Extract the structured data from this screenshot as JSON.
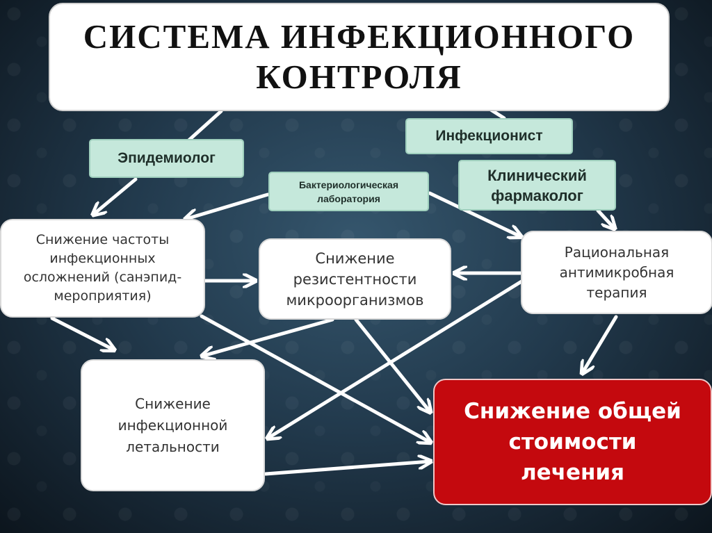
{
  "title": "СИСТЕМА ИНФЕКЦИОННОГО КОНТРОЛЯ",
  "roles": {
    "epidemiologist": "Эпидемиолог",
    "infectionist": "Инфекционист",
    "clinical_pharmacologist": "Клинический фармаколог",
    "bacteriology_lab": "Бактериологическая лаборатория"
  },
  "outcomes": {
    "complications": "Снижение частоты инфекционных осложнений (санэпид-мероприятия)",
    "resistance": "Снижение резистентности микроорганизмов",
    "therapy": "Рациональная антимикробная терапия",
    "mortality": "Снижение инфекционной летальности",
    "cost": "Снижение общей стоимости лечения"
  },
  "colors": {
    "role_fill": "#c5e8db",
    "cost_fill": "#c4090e",
    "arrow": "#ffffff"
  }
}
